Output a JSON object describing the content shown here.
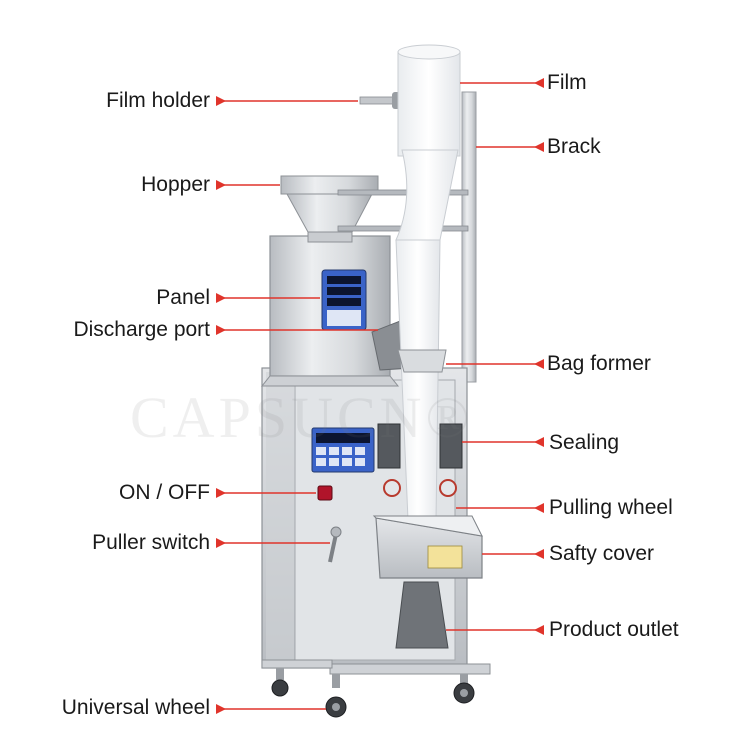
{
  "colors": {
    "arrow": "#e0342b",
    "steel_light": "#eef0f2",
    "steel_mid": "#c9ccd0",
    "steel_dark": "#8d9196",
    "panel_blue": "#3a63c8",
    "panel_dark": "#243a6e"
  },
  "watermark": "CAPSUCN®",
  "labels": {
    "film_holder": "Film holder",
    "hopper": "Hopper",
    "panel": "Panel",
    "discharge_port": "Discharge port",
    "on_off": "ON / OFF",
    "puller_switch": "Puller switch",
    "universal_wheel": "Universal wheel",
    "film": "Film",
    "brack": "Brack",
    "bag_former": "Bag former",
    "sealing": "Sealing",
    "pulling_wheel": "Pulling wheel",
    "safty_cover": "Safty cover",
    "product_outlet": "Product outlet"
  }
}
